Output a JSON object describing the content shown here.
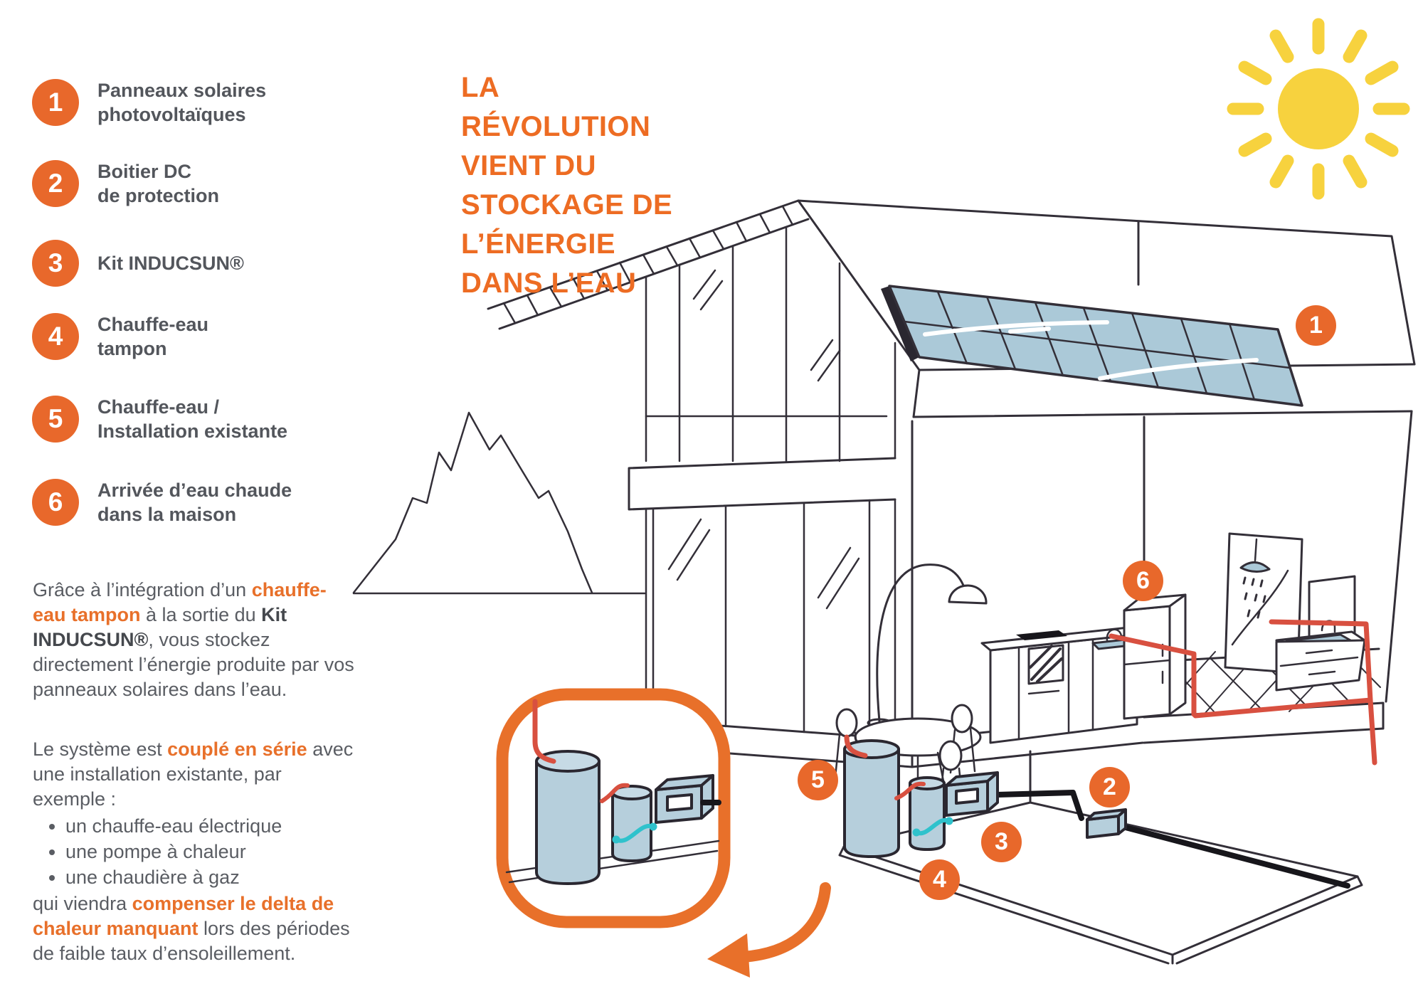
{
  "colors": {
    "accent_orange": "#E8702A",
    "badge_orange": "#E8682B",
    "title_orange": "#ED6C23",
    "sun_yellow": "#F7D23E",
    "panel_blue": "#ABC9D8",
    "tank_blue": "#B6CFDC",
    "pipe_red": "#D85040",
    "pipe_teal": "#2FC2CC",
    "ink": "#332F38",
    "text_gray": "#5A5D63"
  },
  "title": {
    "lines": [
      "LA",
      "RÉVOLUTION",
      "VIENT DU",
      "STOCKAGE DE",
      "L’ÉNERGIE",
      "DANS L’EAU"
    ]
  },
  "legend": {
    "items": [
      {
        "number": "1",
        "label": "Panneaux solaires\nphotovoltaïques"
      },
      {
        "number": "2",
        "label": "Boitier DC\nde protection"
      },
      {
        "number": "3",
        "label": "Kit INDUCSUN®"
      },
      {
        "number": "4",
        "label": "Chauffe-eau\ntampon"
      },
      {
        "number": "5",
        "label": "Chauffe-eau /\nInstallation existante"
      },
      {
        "number": "6",
        "label": "Arrivée d’eau chaude\ndans la maison"
      }
    ]
  },
  "body": {
    "p1": {
      "segments": [
        {
          "text": "Grâce à l’intégration d’un "
        },
        {
          "text": "chauffe-eau tampon",
          "style": "orange-bold"
        },
        {
          "text": " à la sortie du "
        },
        {
          "text": "Kit INDUCSUN®",
          "style": "dark-bold"
        },
        {
          "text": ", vous stockez directement l’énergie produite par vos panneaux solaires dans l’eau."
        }
      ]
    },
    "p2": {
      "intro_segments": [
        {
          "text": "Le système est "
        },
        {
          "text": "couplé en série",
          "style": "orange-bold"
        },
        {
          "text": " avec une installation existante, par exemple :"
        }
      ],
      "bullets": [
        "un chauffe-eau électrique",
        "une pompe à chaleur",
        "une chaudière à gaz"
      ],
      "outro_segments": [
        {
          "text": "qui viendra "
        },
        {
          "text": "compenser le delta de chaleur manquant",
          "style": "orange-bold"
        },
        {
          "text": " lors des périodes de faible taux d’ensoleillement."
        }
      ]
    }
  },
  "diagram": {
    "description": "Maison en coupe avec panneaux solaires, cuisine, salle de bain et sous-sol avec équipements",
    "markers": [
      {
        "number": "1"
      },
      {
        "number": "2"
      },
      {
        "number": "3"
      },
      {
        "number": "4"
      },
      {
        "number": "5"
      },
      {
        "number": "6"
      }
    ],
    "icons": [
      "sun-icon",
      "house-illustration",
      "zoom-inset",
      "curved-arrow-icon"
    ]
  }
}
